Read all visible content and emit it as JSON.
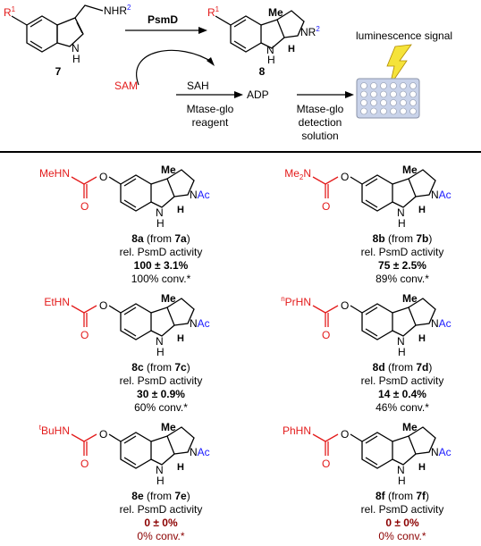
{
  "scheme": {
    "substrate_number": "7",
    "product_number": "8",
    "enzyme": "PsmD",
    "cofactor": "SAM",
    "byproduct": "SAH",
    "reagent1": "Mtase-glo reagent",
    "adp": "ADP",
    "reagent2": "Mtase-glo detection solution",
    "signal": "luminescence signal",
    "r1": "R",
    "r1_sup": "1",
    "r2_group": "NHR",
    "r2_sup": "2",
    "me": "Me",
    "nr2": "NR",
    "h": "H",
    "nh": "N",
    "nh_h": "H"
  },
  "colors": {
    "red": "#e31b1b",
    "blue": "#1a1aff",
    "dark_red": "#8b0000",
    "plate": "#c9d3ea"
  },
  "compounds": [
    {
      "substituent": "MeHN",
      "label": "8a",
      "from": "7a",
      "activity_label": "rel. PsmD activity",
      "activity": "100 ± 3.1%",
      "conversion": "100% conv.*",
      "zero": false
    },
    {
      "substituent": "Me2N",
      "label": "8b",
      "from": "7b",
      "activity_label": "rel. PsmD activity",
      "activity": "75 ± 2.5%",
      "conversion": "89% conv.*",
      "zero": false
    },
    {
      "substituent": "EtHN",
      "label": "8c",
      "from": "7c",
      "activity_label": "rel. PsmD activity",
      "activity": "30 ± 0.9%",
      "conversion": "60% conv.*",
      "zero": false
    },
    {
      "substituent": "nPrHN",
      "label": "8d",
      "from": "7d",
      "activity_label": "rel. PsmD activity",
      "activity": "14 ± 0.4%",
      "conversion": "46% conv.*",
      "zero": false
    },
    {
      "substituent": "tBuHN",
      "label": "8e",
      "from": "7e",
      "activity_label": "rel. PsmD activity",
      "activity": "0 ± 0%",
      "conversion": "0% conv.*",
      "zero": true
    },
    {
      "substituent": "PhHN",
      "label": "8f",
      "from": "7f",
      "activity_label": "rel. PsmD activity",
      "activity": "0 ± 0%",
      "conversion": "0% conv.*",
      "zero": true
    }
  ],
  "common": {
    "o": "O",
    "ac": "Ac",
    "from_word": "from"
  }
}
